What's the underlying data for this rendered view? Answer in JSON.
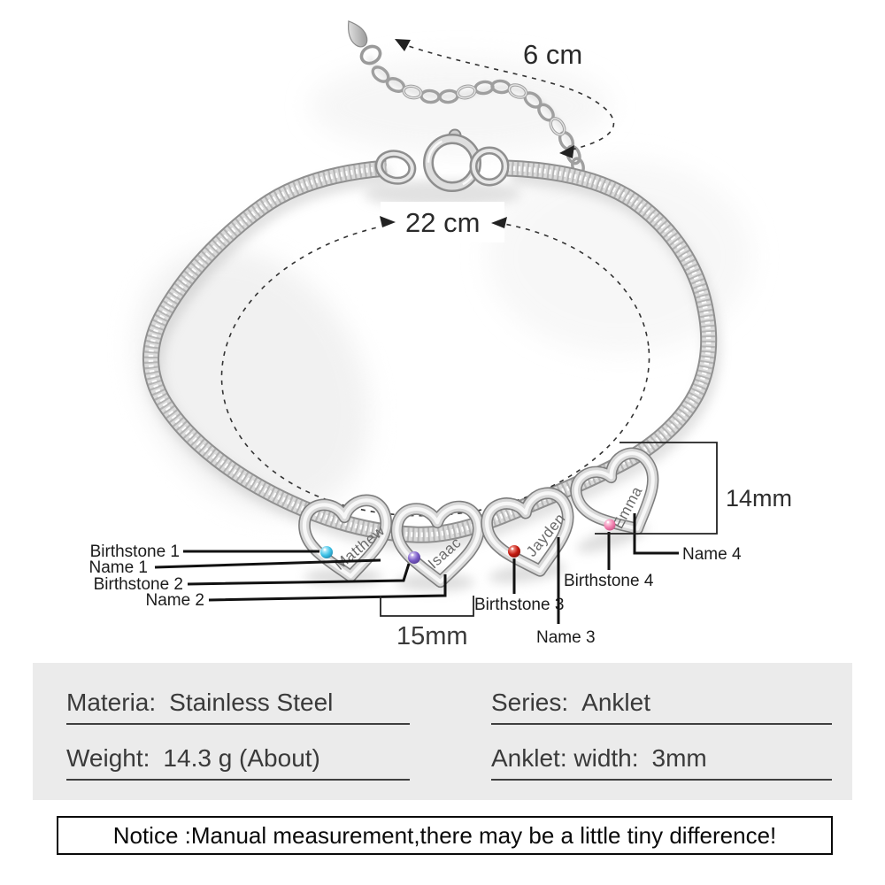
{
  "measurements": {
    "extension_length": "6 cm",
    "circumference": "22 cm",
    "heart_height": "14mm",
    "heart_spacing": "15mm"
  },
  "hearts": [
    {
      "name": "Matthew",
      "birthstone_color": "#3ec3e8"
    },
    {
      "name": "Isaac",
      "birthstone_color": "#7a5bc7"
    },
    {
      "name": "Jayden",
      "birthstone_color": "#c41a10"
    },
    {
      "name": "Emma",
      "birthstone_color": "#f180ae"
    }
  ],
  "callouts": {
    "birthstone1": "Birthstone 1",
    "name1": "Name 1",
    "birthstone2": "Birthstone 2",
    "name2": "Name 2",
    "birthstone3": "Birthstone 3",
    "name3": "Name 3",
    "birthstone4": "Birthstone 4",
    "name4": "Name 4"
  },
  "specs": {
    "rows": [
      {
        "label": "Materia:",
        "value": "Stainless Steel"
      },
      {
        "label": "Series:",
        "value": "Anklet"
      },
      {
        "label": "Weight:",
        "value": "14.3 g (About)"
      },
      {
        "label": "Anklet: width:",
        "value": "3mm"
      }
    ]
  },
  "notice": "Notice :Manual measurement,there may be a little tiny difference!"
}
